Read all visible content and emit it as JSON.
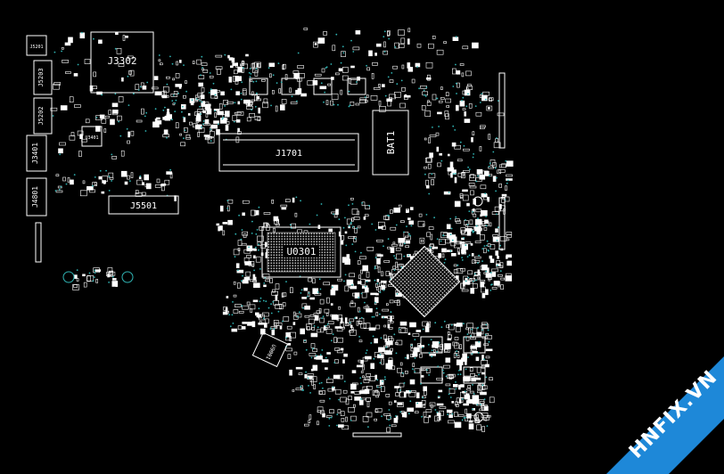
{
  "labels": {
    "j3302": "J3302",
    "j5201": "J5201",
    "j5203": "J5203",
    "j5202": "J5202",
    "u3401": "U3401",
    "j3401": "J3401",
    "j4801": "J4801",
    "j5501": "J5501",
    "j1701": "J1701",
    "bat1": "BAT1",
    "u0301": "U0301",
    "u9001": "U9001"
  },
  "watermark": "HNFIX.VN",
  "colors": {
    "background": "#000000",
    "outline": "#ffffff",
    "via": "#2fb3b3",
    "ribbon": "#1e88d8"
  }
}
